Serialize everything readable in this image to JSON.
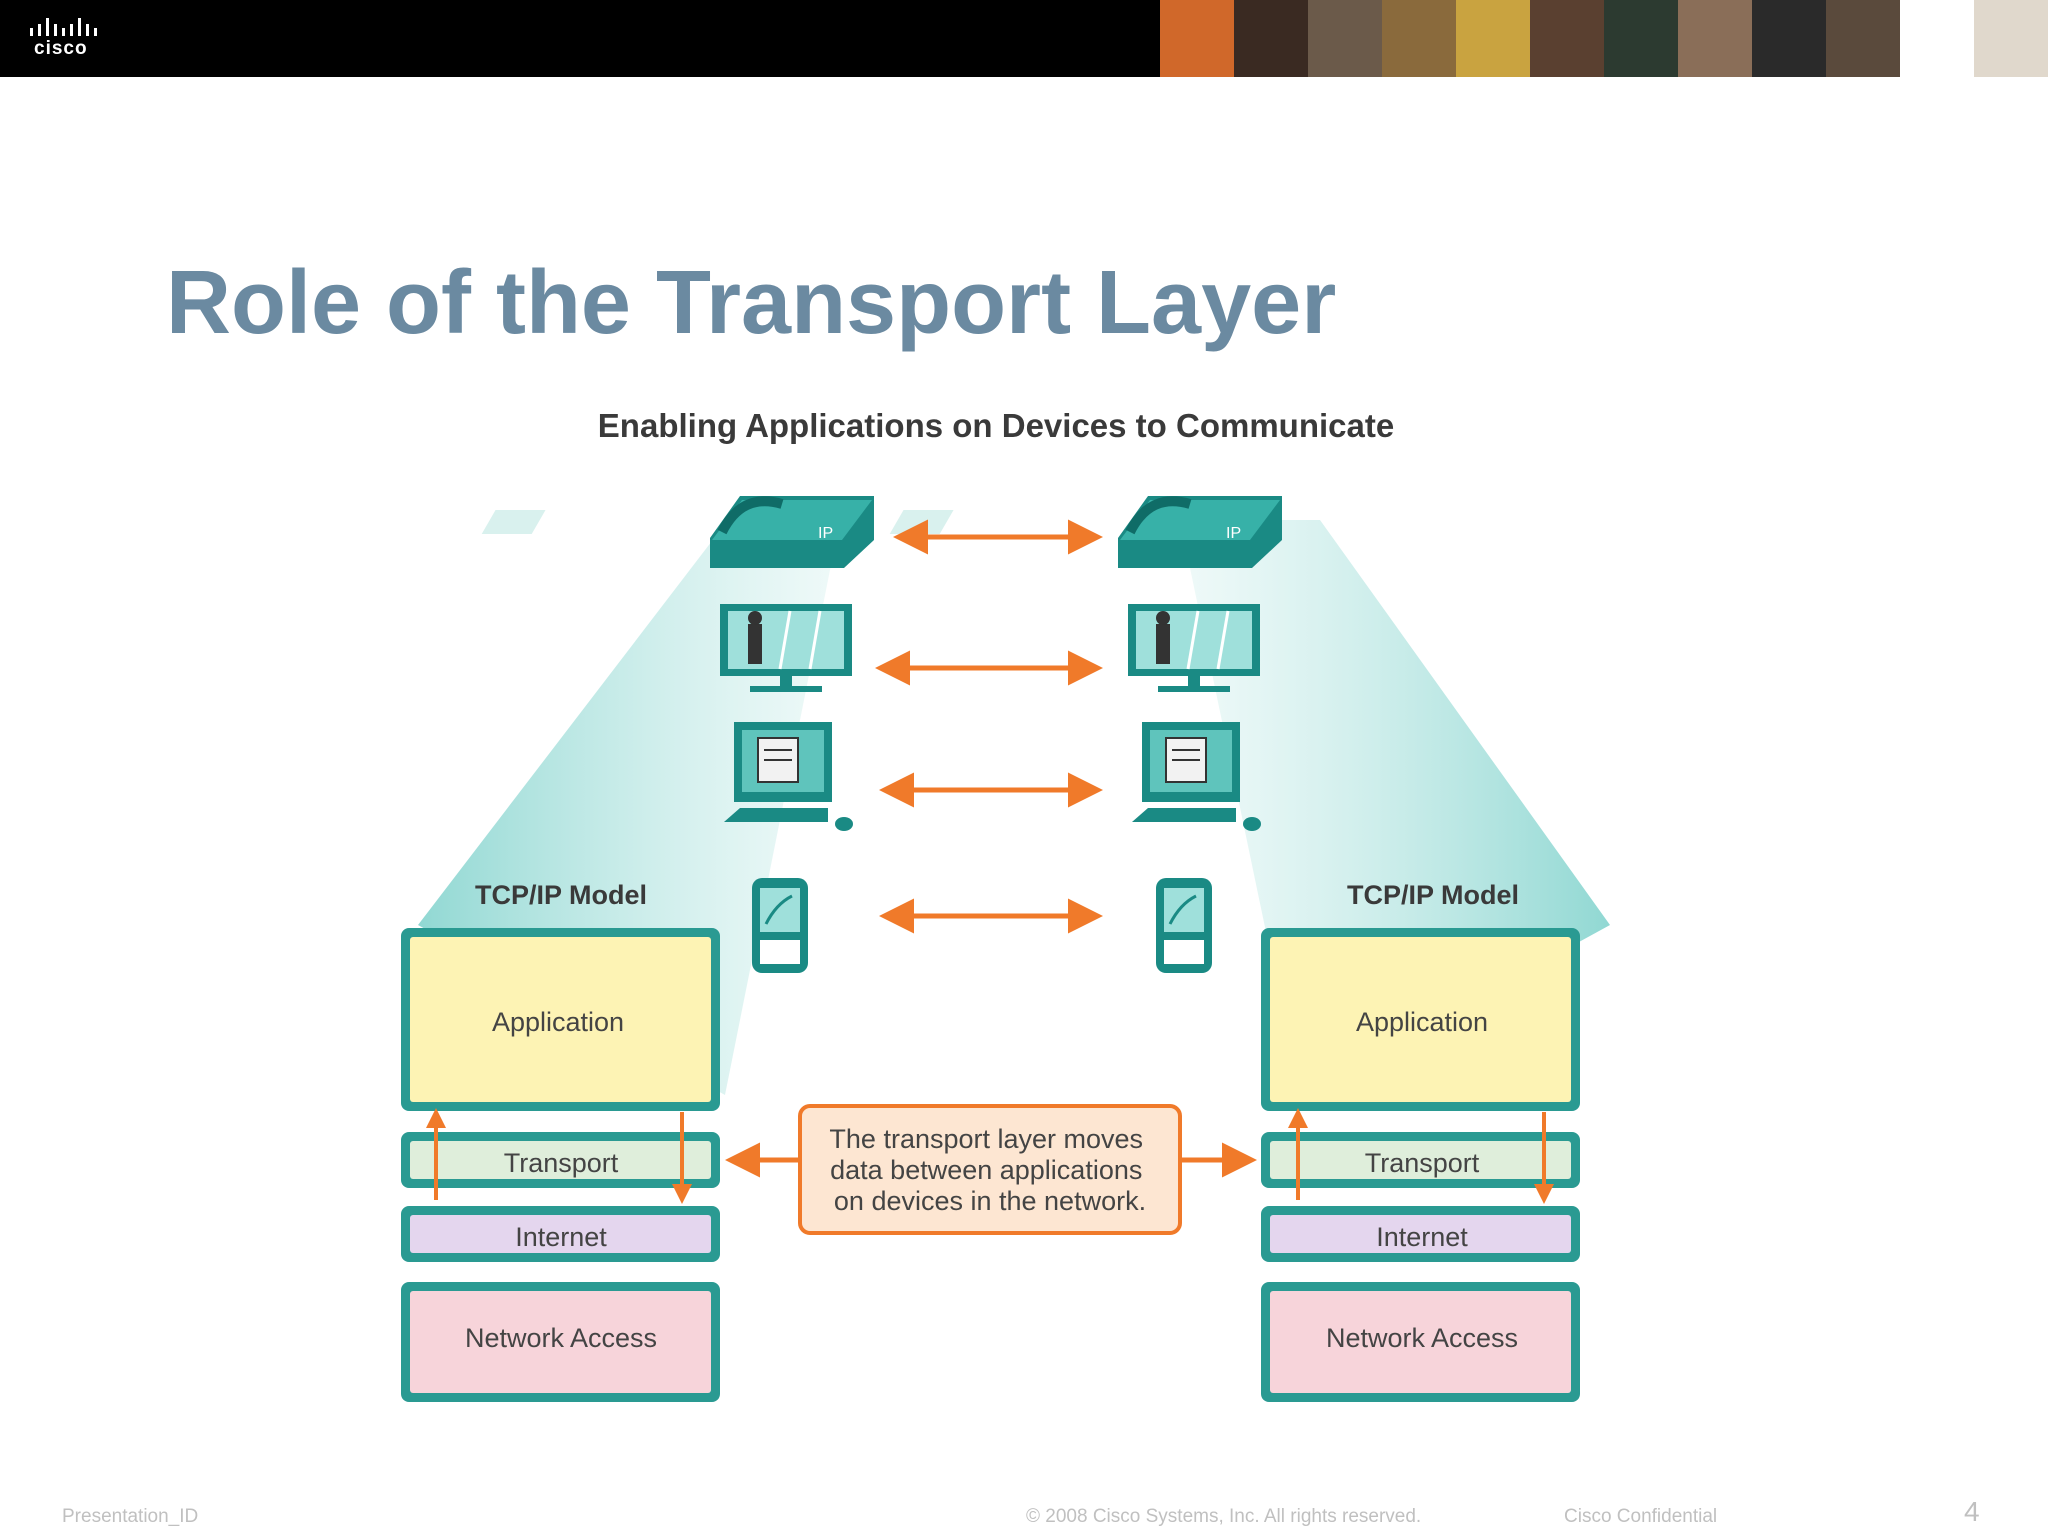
{
  "header": {
    "logo_text": "cisco",
    "photo_colors": [
      "#d0682a",
      "#3a2a22",
      "#6b5a4a",
      "#8a6a3c",
      "#c9a340",
      "#5a4030",
      "#2c3a30",
      "#8a6e58",
      "#2a2a2a",
      "#5a4a3c",
      "#ffffff",
      "#e0d8cc"
    ]
  },
  "slide": {
    "title": "Role of the Transport Layer"
  },
  "diagram": {
    "caption": "Enabling Applications on Devices to Communicate",
    "devices": [
      "ip-phone-icon",
      "video-monitor-icon",
      "desktop-computer-icon",
      "smartphone-icon"
    ],
    "left_stack": {
      "heading": "TCP/IP Model",
      "layers": [
        "Application",
        "Transport",
        "Internet",
        "Network Access"
      ]
    },
    "right_stack": {
      "heading": "TCP/IP Model",
      "layers": [
        "Application",
        "Transport",
        "Internet",
        "Network Access"
      ]
    },
    "callout": [
      "The transport layer moves",
      "data between applications",
      "on devices in the network."
    ],
    "colors": {
      "teal": "#2a9a92",
      "arrow": "#f07a2a",
      "application": "#fdf3b4",
      "transport": "#dfeedb",
      "internet": "#e4d6ee",
      "network_access": "#f7d4da",
      "callout_bg": "#fde6d2"
    }
  },
  "footer": {
    "presentation_id": "Presentation_ID",
    "copyright": "© 2008 Cisco Systems, Inc. All rights reserved.",
    "confidential": "Cisco Confidential",
    "page_number": "4"
  }
}
